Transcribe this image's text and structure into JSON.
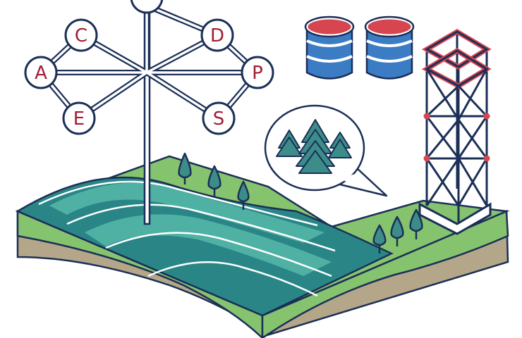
{
  "colors": {
    "outline": "#1b2f57",
    "node_text": "#a01e35",
    "cyl_top": "#d64550",
    "cyl_body": "#3b7cc4",
    "grass": "#86c36e",
    "soil": "#b4a688",
    "water_dark": "#2a8686",
    "water_light": "#4fb0a4",
    "tree": "#3c8d8a",
    "tower_accent": "#d64550"
  },
  "network": {
    "nodes": [
      {
        "id": "top",
        "label": ""
      },
      {
        "id": "C",
        "label": "C"
      },
      {
        "id": "D",
        "label": "D"
      },
      {
        "id": "A",
        "label": "A"
      },
      {
        "id": "P",
        "label": "P"
      },
      {
        "id": "E",
        "label": "E"
      },
      {
        "id": "S",
        "label": "S"
      }
    ]
  },
  "icons": {
    "databases": [
      "database-icon",
      "database-icon"
    ],
    "forest_bubble": "forest-speech-bubble-icon",
    "tower": "lattice-tower-icon",
    "antenna": "antenna-mast-icon"
  }
}
